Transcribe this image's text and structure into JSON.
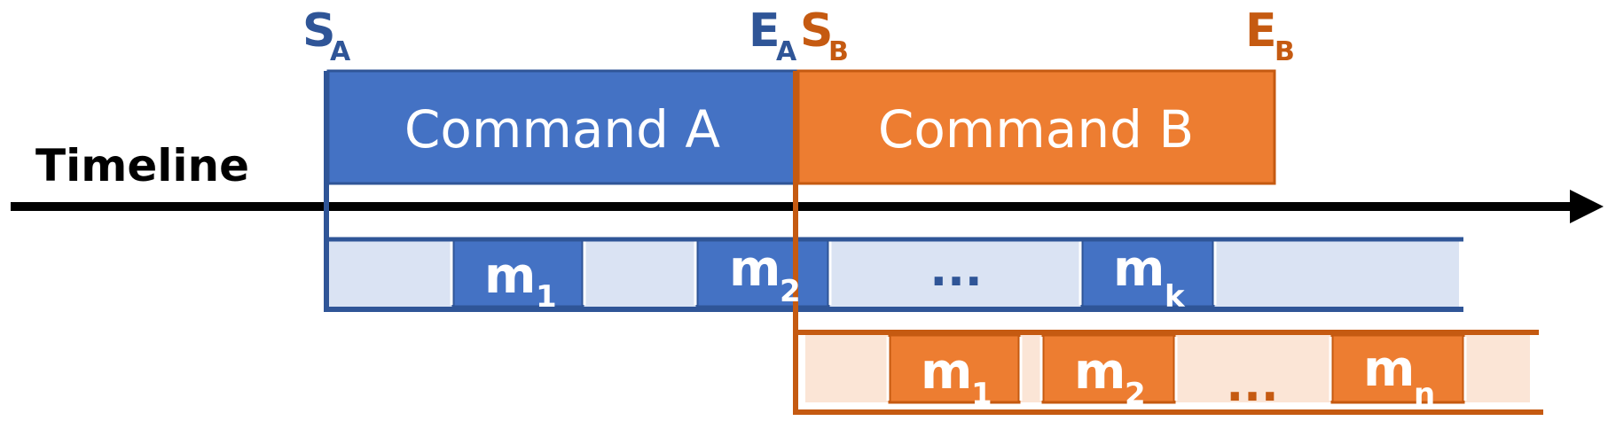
{
  "colors": {
    "blue": "#4472C4",
    "blue_dark": "#2F5597",
    "blue_light": "#DAE3F3",
    "orange": "#ED7D31",
    "orange_dark": "#C55A11",
    "orange_light": "#FBE5D6",
    "black": "#000000",
    "white": "#FFFFFF"
  },
  "timeline": {
    "label": "Timeline"
  },
  "markers": {
    "start_a": {
      "main": "S",
      "sub": "A"
    },
    "end_a": {
      "main": "E",
      "sub": "A"
    },
    "start_b": {
      "main": "S",
      "sub": "B"
    },
    "end_b": {
      "main": "E",
      "sub": "B"
    }
  },
  "commands": {
    "a": {
      "label": "Command A"
    },
    "b": {
      "label": "Command B"
    }
  },
  "lane_a": {
    "segments": [
      {
        "main": "",
        "sub": ""
      },
      {
        "main": "m",
        "sub": "1"
      },
      {
        "main": "",
        "sub": ""
      },
      {
        "main": "m",
        "sub": "2"
      },
      {
        "main": "...",
        "sub": ""
      },
      {
        "main": "m",
        "sub": "k"
      },
      {
        "main": "",
        "sub": ""
      }
    ]
  },
  "lane_b": {
    "segments": [
      {
        "main": "",
        "sub": ""
      },
      {
        "main": "m",
        "sub": "1"
      },
      {
        "main": "",
        "sub": ""
      },
      {
        "main": "m",
        "sub": "2"
      },
      {
        "main": "...",
        "sub": ""
      },
      {
        "main": "m",
        "sub": "n"
      },
      {
        "main": "",
        "sub": ""
      }
    ]
  }
}
